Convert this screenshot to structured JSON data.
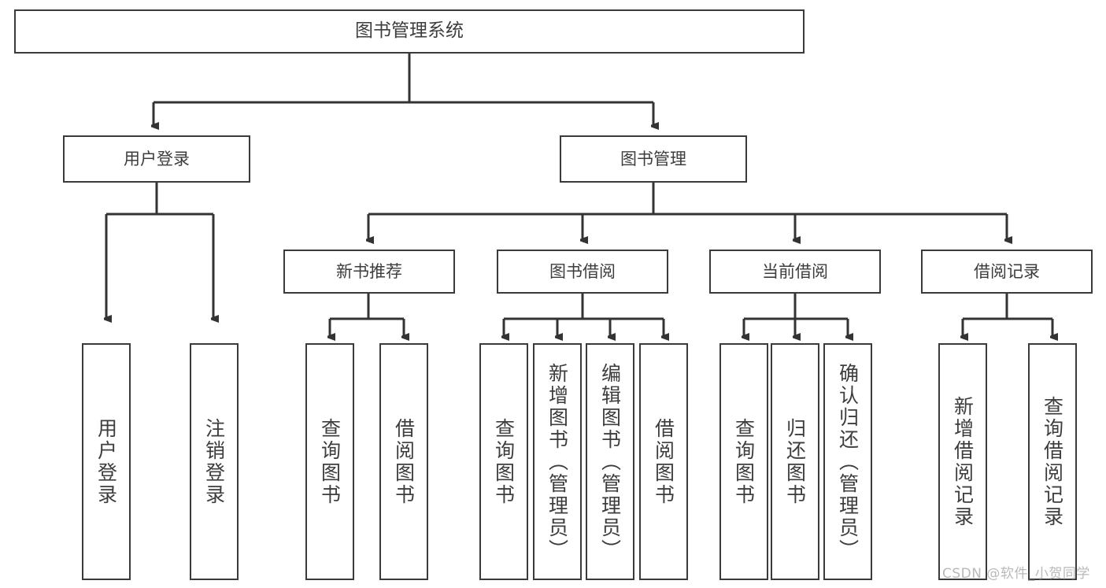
{
  "diagram": {
    "type": "tree-hierarchy",
    "title": "图书管理系统",
    "root": {
      "id": "root",
      "label": "图书管理系统"
    },
    "level1": [
      {
        "id": "user-login",
        "label": "用户登录"
      },
      {
        "id": "book-manage",
        "label": "图书管理"
      }
    ],
    "level2": [
      {
        "id": "new-book-rec",
        "label": "新书推荐",
        "parent": "book-manage"
      },
      {
        "id": "book-borrow",
        "label": "图书借阅",
        "parent": "book-manage"
      },
      {
        "id": "current-borrow",
        "label": "当前借阅",
        "parent": "book-manage"
      },
      {
        "id": "borrow-record",
        "label": "借阅记录",
        "parent": "book-manage"
      }
    ],
    "leaves": {
      "user_login": [
        {
          "id": "leaf-user-login",
          "label": "用户登录"
        },
        {
          "id": "leaf-user-logout",
          "label": "注销登录"
        }
      ],
      "new_book_rec": [
        {
          "id": "leaf-query-book-1",
          "label": "查询图书"
        },
        {
          "id": "leaf-borrow-book-1",
          "label": "借阅图书"
        }
      ],
      "book_borrow": [
        {
          "id": "leaf-query-book-2",
          "label": "查询图书"
        },
        {
          "id": "leaf-add-book",
          "label": "新增图书（管理员）"
        },
        {
          "id": "leaf-edit-book",
          "label": "编辑图书（管理员）"
        },
        {
          "id": "leaf-borrow-book-2",
          "label": "借阅图书"
        }
      ],
      "current_borrow": [
        {
          "id": "leaf-query-book-3",
          "label": "查询图书"
        },
        {
          "id": "leaf-return-book",
          "label": "归还图书"
        },
        {
          "id": "leaf-confirm-return",
          "label": "确认归还（管理员）"
        }
      ],
      "borrow_record": [
        {
          "id": "leaf-add-record",
          "label": "新增借阅记录"
        },
        {
          "id": "leaf-query-record",
          "label": "查询借阅记录"
        }
      ]
    }
  },
  "watermark": {
    "text": "CSDN @软件_小贺同学"
  },
  "colors": {
    "box_border": "#3a3a3a",
    "box_fill": "#ffffff",
    "text": "#3d3d3d",
    "line": "#333333",
    "watermark": "#b9b9b9",
    "background": "#ffffff"
  }
}
